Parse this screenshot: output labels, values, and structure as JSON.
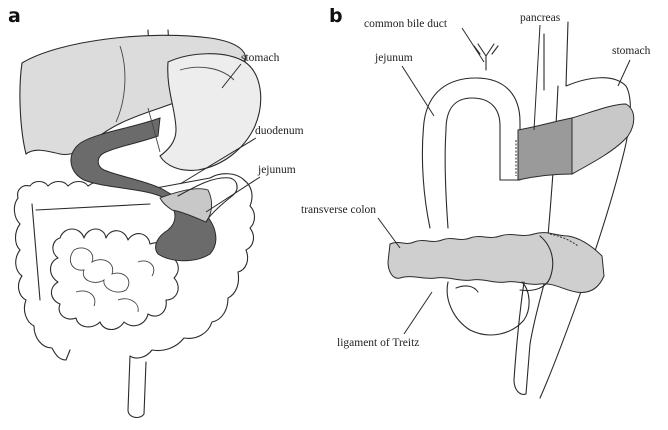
{
  "panels": {
    "a": {
      "letter": "a",
      "labels": {
        "stomach": "stomach",
        "duodenum": "duodenum",
        "jejunum": "jejunum"
      }
    },
    "b": {
      "letter": "b",
      "labels": {
        "common_bile_duct": "common bile duct",
        "pancreas": "pancreas",
        "stomach": "stomach",
        "jejunum": "jejunum",
        "transverse_colon": "transverse colon",
        "ligament_of_treitz": "ligament of Treitz"
      }
    }
  },
  "colors": {
    "liver_fill": "#dcdcdc",
    "stomach_fill": "#ededed",
    "duodenum_fill": "#6b6b6b",
    "pancreas_fill": "#9a9a9a",
    "pancreas_light_fill": "#c8c8c8",
    "colon_fill": "#cfcfcf",
    "outline": "#2a2a2a"
  }
}
